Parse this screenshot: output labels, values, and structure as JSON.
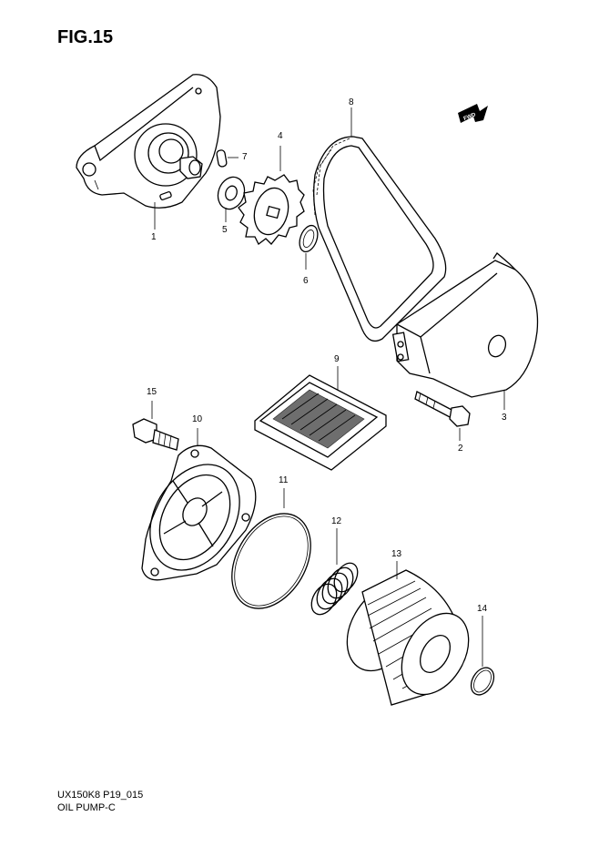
{
  "figure": {
    "title": "FIG.15"
  },
  "fwd_badge": {
    "label": "FWD"
  },
  "callouts": [
    {
      "id": "1",
      "label": "1"
    },
    {
      "id": "2",
      "label": "2"
    },
    {
      "id": "3",
      "label": "3"
    },
    {
      "id": "4",
      "label": "4"
    },
    {
      "id": "5",
      "label": "5"
    },
    {
      "id": "6",
      "label": "6"
    },
    {
      "id": "7",
      "label": "7"
    },
    {
      "id": "8",
      "label": "8"
    },
    {
      "id": "9",
      "label": "9"
    },
    {
      "id": "10",
      "label": "10"
    },
    {
      "id": "11",
      "label": "11"
    },
    {
      "id": "12",
      "label": "12"
    },
    {
      "id": "13",
      "label": "13"
    },
    {
      "id": "14",
      "label": "14"
    },
    {
      "id": "15",
      "label": "15"
    }
  ],
  "footer": {
    "code": "UX150K8 P19_015",
    "name": "OIL PUMP-C"
  }
}
